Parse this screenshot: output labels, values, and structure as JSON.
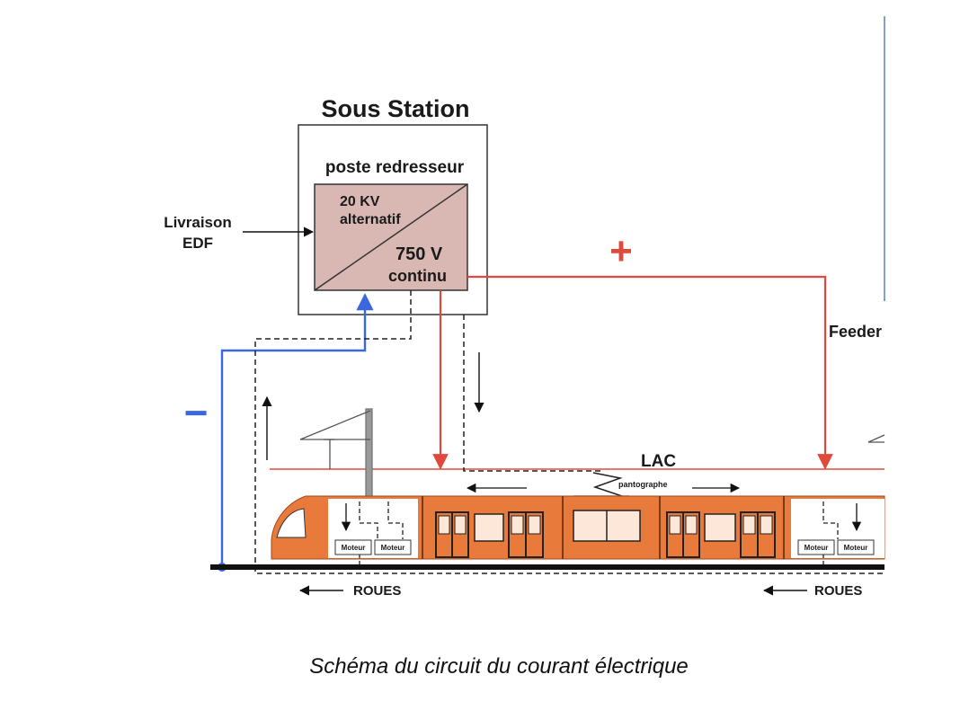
{
  "title": "Sous Station",
  "box_label": "poste redresseur",
  "ac_label_1": "20 KV",
  "ac_label_2": "alternatif",
  "dc_label_1": "750 V",
  "dc_label_2": "continu",
  "input_label_1": "Livraison",
  "input_label_2": "EDF",
  "plus_sign": "+",
  "minus_sign": "−",
  "feeder_label": "Feeder",
  "lac_label": "LAC",
  "pantograph_label": "pantographe",
  "motor_label": "Moteur",
  "wheels_label": "ROUES",
  "caption": "Schéma du circuit du courant électrique",
  "colors": {
    "positive": "#e04a3c",
    "negative": "#3a66e0",
    "converter_fill": "#d9b8b3",
    "tram_orange": "#e87a3c",
    "rail": "#111111"
  },
  "icons": [
    "tram-icon",
    "catenary-mast-icon",
    "pantograph-icon",
    "motor-icon"
  ]
}
